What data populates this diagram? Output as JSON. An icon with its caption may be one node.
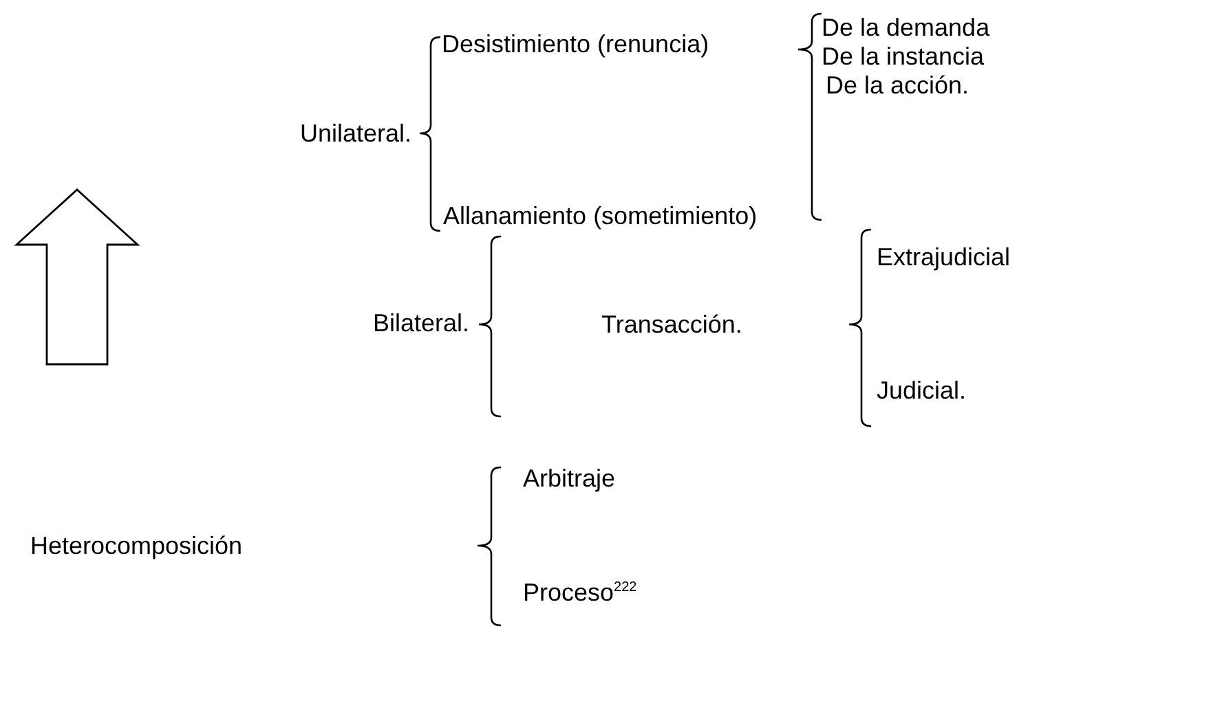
{
  "diagram": {
    "labels": [
      "Unilateral.",
      "Desistimiento (renuncia)",
      "De la demanda",
      "De la instancia",
      "De la acción.",
      "Allanamiento (sometimiento)",
      "Bilateral.",
      "Transacción.",
      "Extrajudicial",
      "Judicial.",
      "Heterocomposición",
      "Arbitraje",
      "Proceso$^{222}$"
    ]
  }
}
